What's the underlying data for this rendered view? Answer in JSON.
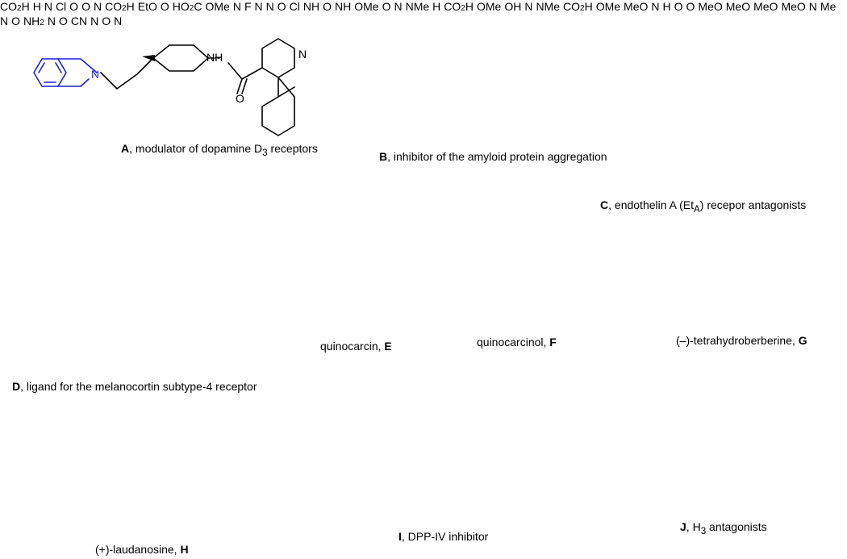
{
  "compounds": [
    {
      "id": "A",
      "letter": "A",
      "desc": ", modulator of dopamine D",
      "sub": "3",
      "desc_end": " receptors"
    },
    {
      "id": "B",
      "letter": "B",
      "desc": ", inhibitor of the amyloid protein aggregation"
    },
    {
      "id": "C",
      "letter": "C",
      "desc": ", endothelin A (Et",
      "sub": "A",
      "desc_end": ") recepor antagonists"
    },
    {
      "id": "D",
      "letter": "D",
      "desc": ", ligand for the melanocortin subtype-4 receptor"
    },
    {
      "id": "E",
      "name": "quinocarcin, ",
      "letter": "E"
    },
    {
      "id": "F",
      "name": "quinocarcinol, ",
      "letter": "F"
    },
    {
      "id": "G",
      "name": "(–)-tetrahydroberberine, ",
      "letter": "G"
    },
    {
      "id": "H",
      "name": "(+)-laudanosine, ",
      "letter": "H"
    },
    {
      "id": "I",
      "letter": "I",
      "desc": ", DPP-IV inhibitor"
    },
    {
      "id": "J",
      "letter": "J",
      "desc": ", H",
      "sub": "3",
      "desc_end": " antagonists"
    }
  ],
  "atom_labels": {
    "N": "N",
    "NH": "NH",
    "H": "H",
    "O": "O",
    "Cl": "Cl",
    "F": "F",
    "CO2H": "CO2H",
    "OMe": "OMe",
    "MeO": "MeO",
    "EtO": "EtO",
    "HO2C": "HO2C",
    "OH": "OH",
    "NMe": "NMe",
    "Me": "Me",
    "NH2": "NH2",
    "CN": "CN"
  },
  "colors": {
    "scaffold": "#1f1fd6",
    "bond": "#000000",
    "background": "#ffffff"
  }
}
